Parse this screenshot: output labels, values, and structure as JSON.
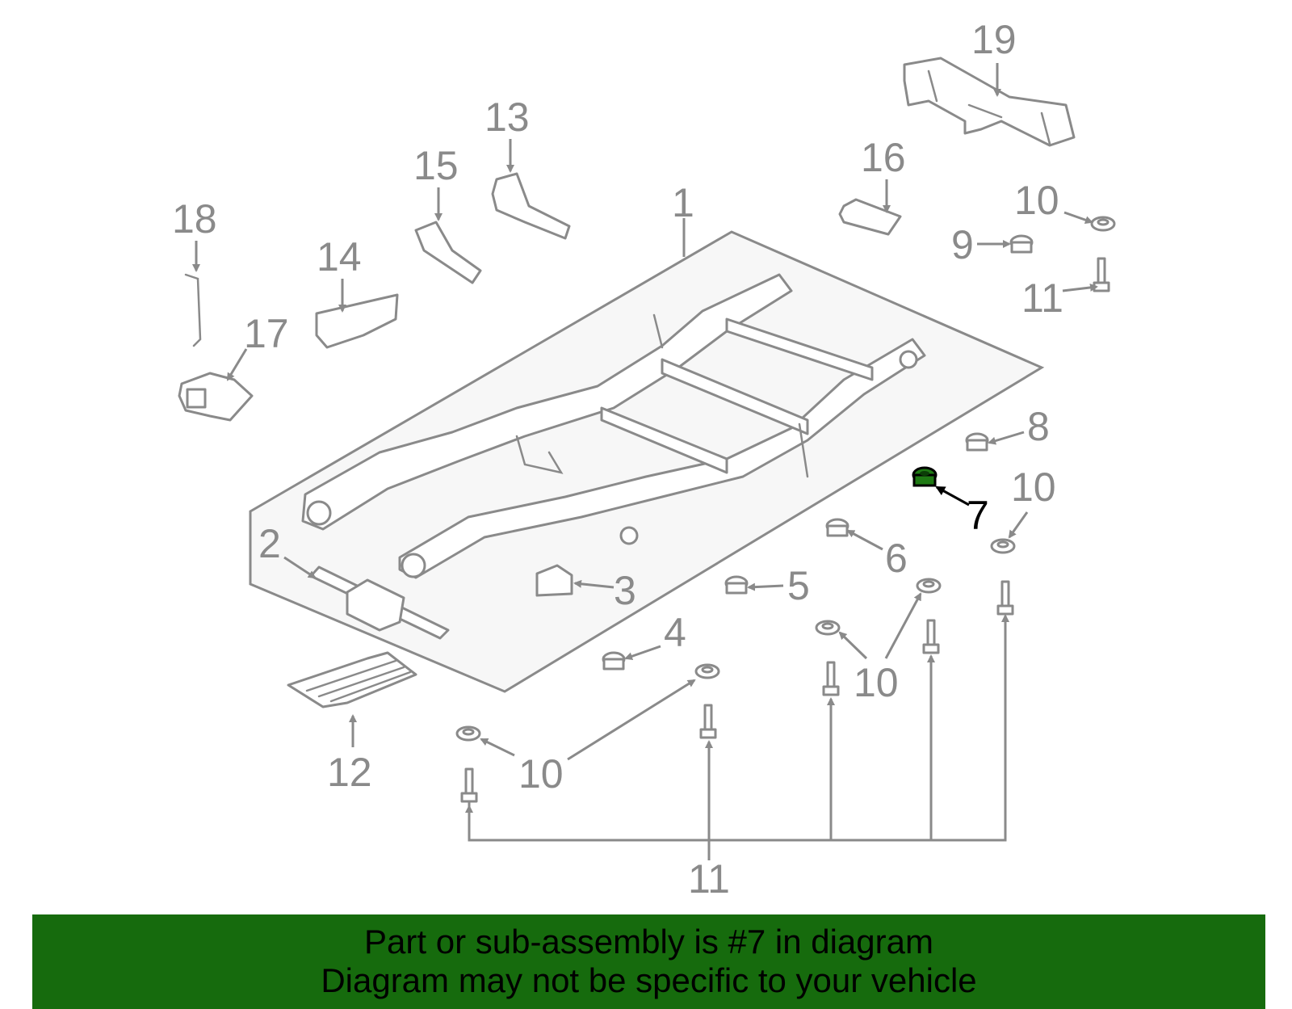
{
  "diagram": {
    "callouts": [
      {
        "id": "c1",
        "number": "1"
      },
      {
        "id": "c2",
        "number": "2"
      },
      {
        "id": "c3",
        "number": "3"
      },
      {
        "id": "c4",
        "number": "4"
      },
      {
        "id": "c5",
        "number": "5"
      },
      {
        "id": "c6",
        "number": "6"
      },
      {
        "id": "c7",
        "number": "7",
        "highlighted": true
      },
      {
        "id": "c8",
        "number": "8"
      },
      {
        "id": "c9",
        "number": "9"
      },
      {
        "id": "c10a",
        "number": "10"
      },
      {
        "id": "c10b",
        "number": "10"
      },
      {
        "id": "c10c",
        "number": "10"
      },
      {
        "id": "c10d",
        "number": "10"
      },
      {
        "id": "c11a",
        "number": "11"
      },
      {
        "id": "c11b",
        "number": "11"
      },
      {
        "id": "c12",
        "number": "12"
      },
      {
        "id": "c13",
        "number": "13"
      },
      {
        "id": "c14",
        "number": "14"
      },
      {
        "id": "c15",
        "number": "15"
      },
      {
        "id": "c16",
        "number": "16"
      },
      {
        "id": "c17",
        "number": "17"
      },
      {
        "id": "c18",
        "number": "18"
      },
      {
        "id": "c19",
        "number": "19"
      }
    ]
  },
  "banner": {
    "line1": "Part or sub-assembly is #7 in diagram",
    "line2": "Diagram may not be specific to your vehicle",
    "background": "#166b0d"
  },
  "colors": {
    "line": "#8a8a8a",
    "highlight_part": "#1f7a14",
    "highlight_label": "#000000"
  }
}
